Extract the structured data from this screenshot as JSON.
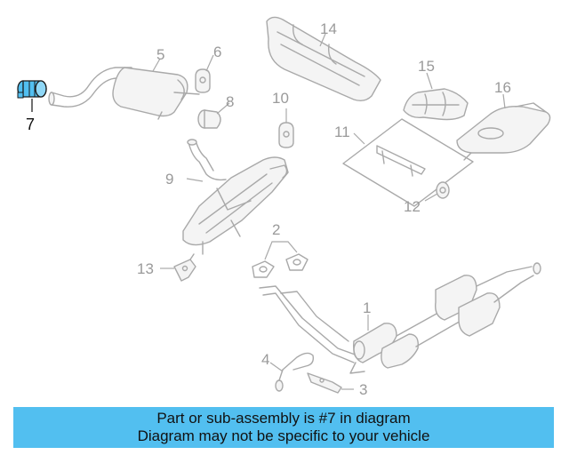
{
  "diagram": {
    "highlight_color": "#52bff0",
    "highlighted_part": "7",
    "callouts": [
      {
        "id": "1",
        "label": "1"
      },
      {
        "id": "2",
        "label": "2"
      },
      {
        "id": "3",
        "label": "3"
      },
      {
        "id": "4",
        "label": "4"
      },
      {
        "id": "5",
        "label": "5"
      },
      {
        "id": "6",
        "label": "6"
      },
      {
        "id": "7",
        "label": "7"
      },
      {
        "id": "8",
        "label": "8"
      },
      {
        "id": "9",
        "label": "9"
      },
      {
        "id": "10",
        "label": "10"
      },
      {
        "id": "11",
        "label": "11"
      },
      {
        "id": "12",
        "label": "12"
      },
      {
        "id": "13",
        "label": "13"
      },
      {
        "id": "14",
        "label": "14"
      },
      {
        "id": "15",
        "label": "15"
      },
      {
        "id": "16",
        "label": "16"
      }
    ]
  },
  "banner": {
    "background": "#52bff0",
    "line1": "Part or sub-assembly is #7 in diagram",
    "line2": "Diagram may not be specific to your vehicle"
  }
}
